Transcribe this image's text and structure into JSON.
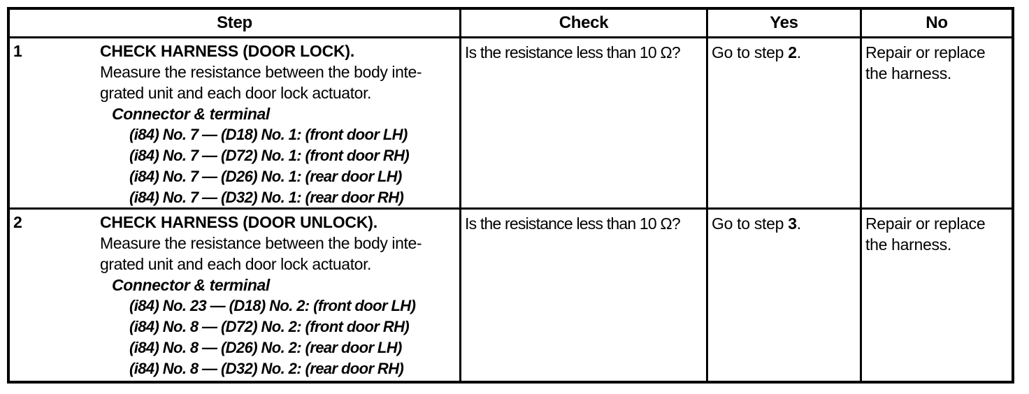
{
  "colors": {
    "border": "#000000",
    "background": "#ffffff",
    "text": "#000000"
  },
  "table": {
    "headers": {
      "step": "Step",
      "check": "Check",
      "yes": "Yes",
      "no": "No"
    },
    "rows": [
      {
        "step_number": "1",
        "title": "CHECK HARNESS (DOOR LOCK).",
        "description_lines": [
          "Measure the resistance between the body inte-",
          "grated unit and each door lock actuator."
        ],
        "connector_heading": "Connector & terminal",
        "connector_lines": [
          "(i84) No. 7 — (D18) No. 1: (front door LH)",
          "(i84) No. 7 — (D72) No. 1: (front door RH)",
          "(i84) No. 7 — (D26) No. 1: (rear door LH)",
          "(i84) No. 7 — (D32) No. 1: (rear door RH)"
        ],
        "check": "Is the resistance less than 10 Ω?",
        "yes": {
          "prefix": "Go to step ",
          "step": "2",
          "suffix": "."
        },
        "no_lines": [
          "Repair or replace",
          "the harness."
        ]
      },
      {
        "step_number": "2",
        "title": "CHECK HARNESS (DOOR UNLOCK).",
        "description_lines": [
          "Measure the resistance between the body inte-",
          "grated unit and each door lock actuator."
        ],
        "connector_heading": "Connector & terminal",
        "connector_lines": [
          "(i84) No. 23 — (D18) No. 2: (front door LH)",
          "(i84) No. 8 — (D72) No. 2: (front door RH)",
          "(i84) No. 8 — (D26) No. 2: (rear door LH)",
          "(i84) No. 8 — (D32) No. 2: (rear door RH)"
        ],
        "check": "Is the resistance less than 10 Ω?",
        "yes": {
          "prefix": "Go to step ",
          "step": "3",
          "suffix": "."
        },
        "no_lines": [
          "Repair or replace",
          "the harness."
        ]
      }
    ]
  }
}
